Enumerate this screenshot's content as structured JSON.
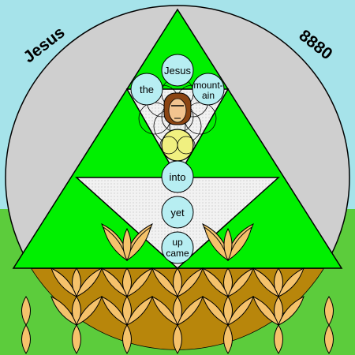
{
  "corner_text": {
    "left": "Jesus",
    "right": "8880"
  },
  "circle_words": {
    "top": "Jesus",
    "left": "the",
    "right_line1": "mount-",
    "right_line2": "ain",
    "middle": "into",
    "lower": "yet",
    "bottom_line1": "up",
    "bottom_line2": "came"
  },
  "colors": {
    "sky": "#a6e3ea",
    "disc": "#cfcfcf",
    "triangle_green": "#00f000",
    "grass": "#5ccc3c",
    "soil": "#b8860b",
    "petal": "#f5c26b",
    "word_circle": "#b7eef2",
    "halo": "#f0f080",
    "outline": "#000000"
  }
}
